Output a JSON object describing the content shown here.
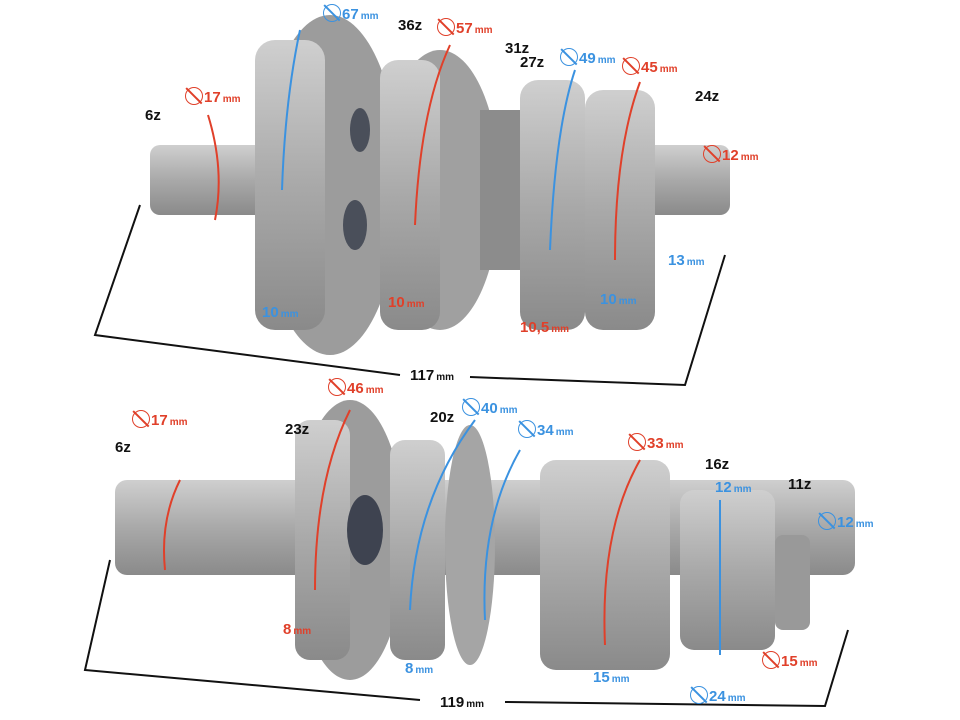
{
  "colors": {
    "red": "#e0402a",
    "blue": "#3b92e0",
    "black": "#111111",
    "metal": "#a8a8a8"
  },
  "top_shaft": {
    "teeth": {
      "input": "6z",
      "g36": "36z",
      "g31": "31z",
      "g27": "27z",
      "g24": "24z"
    },
    "diameters": {
      "shaft_left": "17",
      "g67": "67",
      "g57": "57",
      "g49": "49",
      "g45": "45",
      "shaft_right": "12"
    },
    "widths": {
      "w13": "13",
      "w10a": "10",
      "w10b": "10",
      "w10_5": "10,5",
      "w10c": "10"
    },
    "length": "117",
    "unit": "mm"
  },
  "bottom_shaft": {
    "teeth": {
      "input": "6z",
      "g23": "23z",
      "g20": "20z",
      "g16": "16z",
      "g11": "11z"
    },
    "diameters": {
      "shaft_left": "17",
      "g46": "46",
      "g40": "40",
      "g34": "34",
      "g33": "33",
      "shaft_right": "12",
      "d15": "15",
      "d24": "24"
    },
    "widths": {
      "w12": "12",
      "w8a": "8",
      "w8b": "8",
      "w15": "15"
    },
    "length": "119",
    "unit": "mm"
  }
}
